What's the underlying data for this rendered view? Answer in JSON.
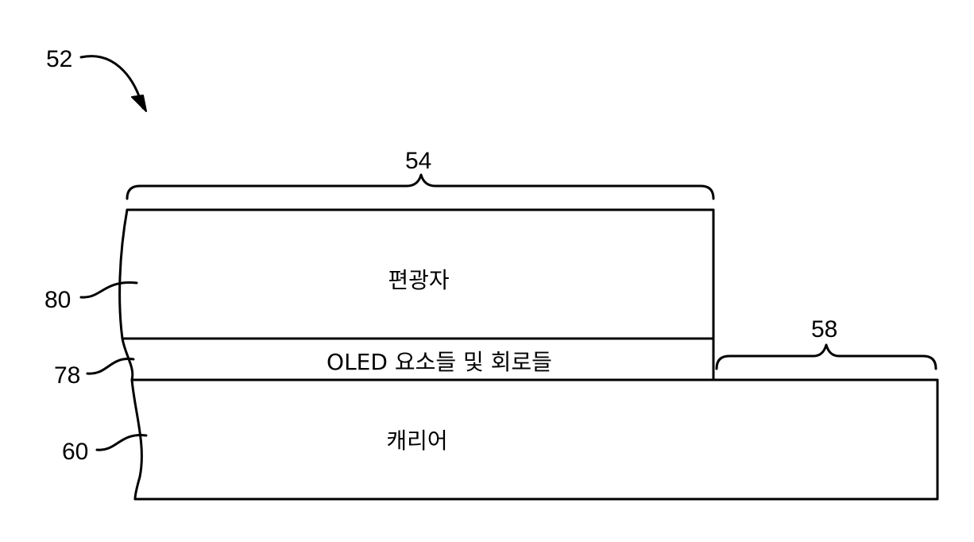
{
  "refs": {
    "assembly": "52",
    "active_region": "54",
    "inactive_region": "58",
    "polarizer": "80",
    "oled_layer": "78",
    "carrier": "60"
  },
  "layers": {
    "polarizer": "편광자",
    "oled": "OLED 요소들 및 회로들",
    "carrier": "캐리어"
  },
  "colors": {
    "line": "#000000",
    "background": "#ffffff"
  }
}
